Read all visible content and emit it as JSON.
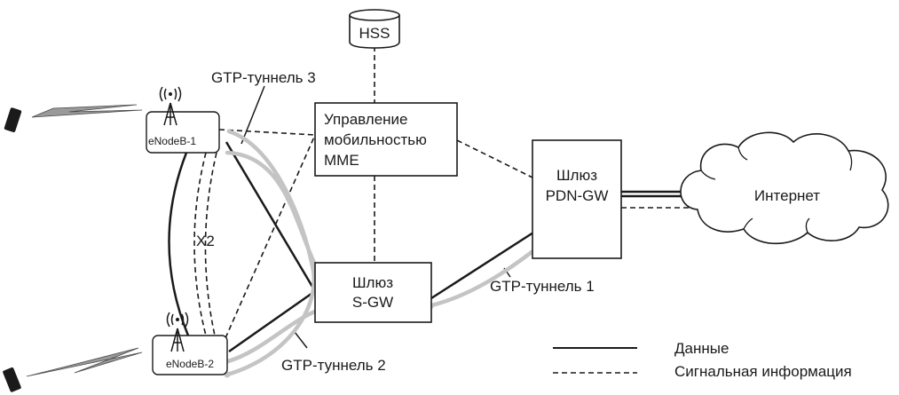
{
  "nodes": {
    "hss": "HSS",
    "mme": [
      "Управление",
      "мобильностью",
      "MME"
    ],
    "pdn_gw": [
      "Шлюз",
      "PDN-GW"
    ],
    "s_gw": [
      "Шлюз",
      "S-GW"
    ],
    "enodeb1": "eNodeB-1",
    "enodeb2": "eNodeB-2",
    "internet": "Интернет"
  },
  "labels": {
    "tunnel3": "GTP-туннель 3",
    "tunnel1": "GTP-туннель 1",
    "tunnel2": "GTP-туннель 2",
    "x2": "X2"
  },
  "legend": {
    "data": "Данные",
    "signal": "Сигнальная информация"
  },
  "colors": {
    "line": "#1a1a1a",
    "tunnel": "#c4c4c4",
    "background": "#ffffff"
  },
  "icons": [
    "phone-icon",
    "radio-tower-icon",
    "lightning-link-icon",
    "cloud-icon",
    "database-icon"
  ]
}
